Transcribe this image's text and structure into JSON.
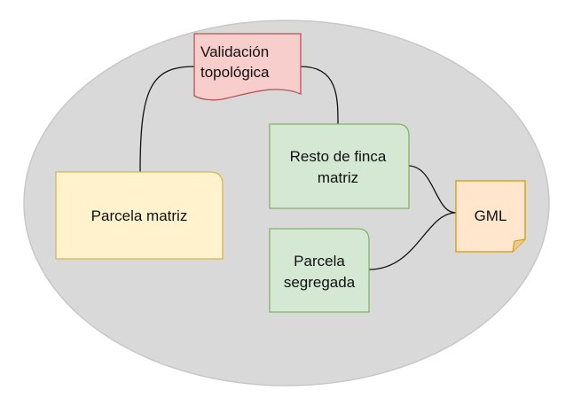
{
  "diagram": {
    "nodes": {
      "validacion": {
        "line1": "Validación",
        "line2": "topológica",
        "fill": "#f8cecc",
        "stroke": "#b85450"
      },
      "parcela_matriz": {
        "label": "Parcela matriz",
        "fill": "#fff2cc",
        "stroke": "#d6b656"
      },
      "resto_finca": {
        "line1": "Resto de finca",
        "line2": "matriz",
        "fill": "#d5e8d4",
        "stroke": "#82b366"
      },
      "parcela_segregada": {
        "line1": "Parcela",
        "line2": "segregada",
        "fill": "#d5e8d4",
        "stroke": "#82b366"
      },
      "gml": {
        "label": "GML",
        "fill": "#ffe6cc",
        "stroke": "#d79b00"
      }
    },
    "background": {
      "fill": "#d9d9d9",
      "stroke": "#c8c8c8"
    }
  }
}
